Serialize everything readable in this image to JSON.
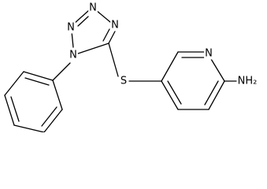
{
  "molecule": {
    "atoms": {
      "n_tetrazole_1": "N",
      "n_tetrazole_2": "N",
      "n_tetrazole_3": "N",
      "n_tetrazole_4": "N",
      "sulfur": "S",
      "n_pyridine": "N",
      "amine": "NH₂"
    },
    "colors": {
      "bond": "#000000",
      "label": "#000000",
      "background": "#ffffff"
    }
  }
}
